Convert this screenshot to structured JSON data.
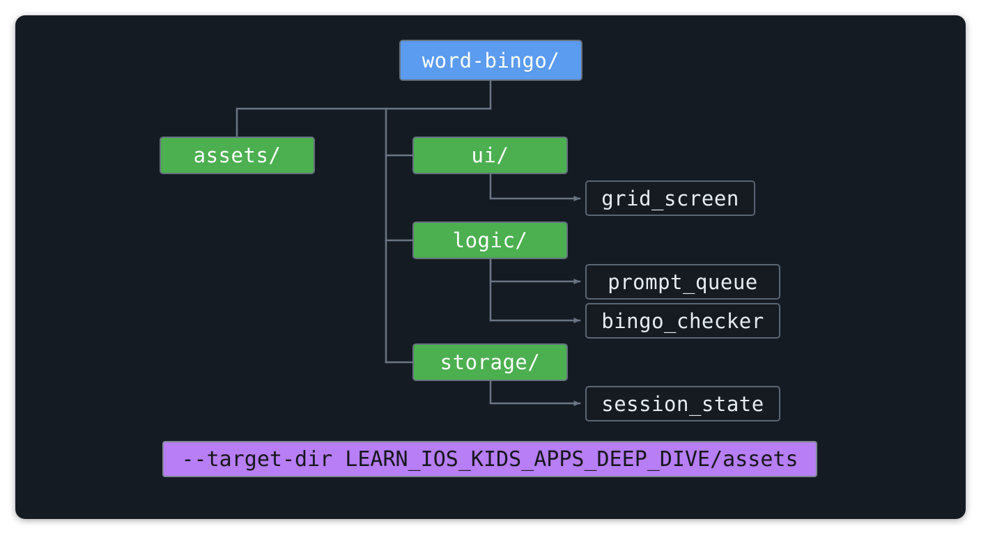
{
  "canvas": {
    "background": "#ffffff",
    "panel_background": "#151b23",
    "edge_color": "#6b7685"
  },
  "palette": {
    "root": "#5b9bf0",
    "directory": "#4caf50",
    "leaf": "#161b22",
    "command": "#b77ef5",
    "border": "#66727f",
    "text_light": "#ffffff",
    "text_dark": "#15171c"
  },
  "tree": {
    "root": {
      "label": "word-bingo/",
      "kind": "root"
    },
    "directories": [
      {
        "label": "assets/",
        "kind": "directory",
        "children": []
      },
      {
        "label": "ui/",
        "kind": "directory",
        "children": [
          {
            "label": "grid_screen",
            "kind": "leaf"
          }
        ]
      },
      {
        "label": "logic/",
        "kind": "directory",
        "children": [
          {
            "label": "prompt_queue",
            "kind": "leaf"
          },
          {
            "label": "bingo_checker",
            "kind": "leaf"
          }
        ]
      },
      {
        "label": "storage/",
        "kind": "directory",
        "children": [
          {
            "label": "session_state",
            "kind": "leaf"
          }
        ]
      }
    ]
  },
  "command_bar": {
    "label": "--target-dir LEARN_IOS_KIDS_APPS_DEEP_DIVE/assets"
  }
}
